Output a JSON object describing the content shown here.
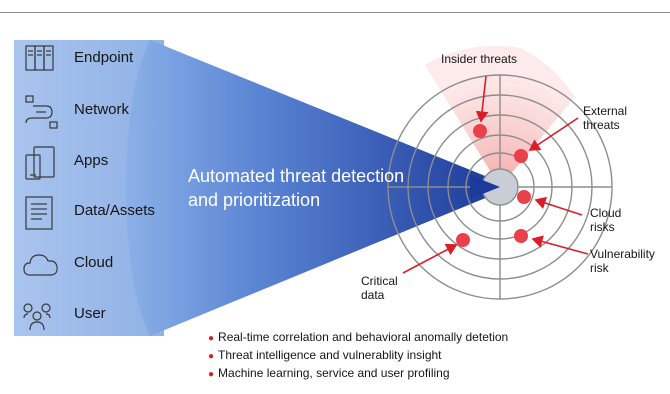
{
  "sources": [
    {
      "label": "Endpoint",
      "icon": "endpoint-icon"
    },
    {
      "label": "Network",
      "icon": "network-icon"
    },
    {
      "label": "Apps",
      "icon": "apps-icon"
    },
    {
      "label": "Data/Assets",
      "icon": "data-assets-icon"
    },
    {
      "label": "Cloud",
      "icon": "cloud-icon"
    },
    {
      "label": "User",
      "icon": "user-icon"
    }
  ],
  "funnel": {
    "line1": "Automated threat detection",
    "line2": "and prioritization"
  },
  "radar": {
    "labels": {
      "insider": "Insider threats",
      "external_1": "External",
      "external_2": "threats",
      "cloud_1": "Cloud",
      "cloud_2": "risks",
      "vuln_1": "Vulnerability",
      "vuln_2": "risk",
      "critical_1": "Critical",
      "critical_2": "data"
    }
  },
  "bullets": [
    "Real-time correlation and behavioral anomally detetion",
    "Threat intelligence and vulnerablity insight",
    "Machine learning, service and user profiling"
  ],
  "colors": {
    "funnel_dark": "#1f3f9e",
    "funnel_light": "#7fa3e0",
    "accent_red": "#da1e28",
    "dot_red": "#e8414b",
    "highlight_pink": "#f5a8a8",
    "ring_gray": "#8d8d8d"
  }
}
